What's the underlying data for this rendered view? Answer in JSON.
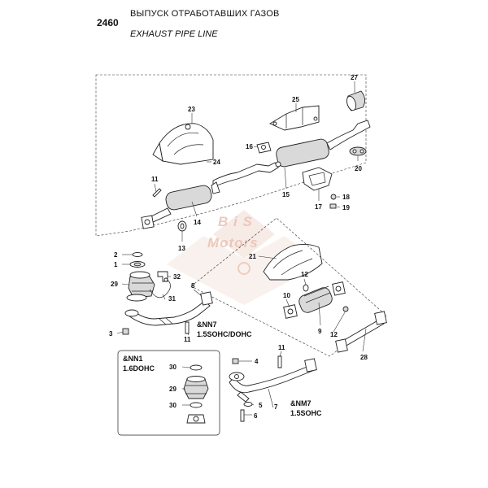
{
  "header": {
    "group_number": "2460",
    "title_ru": "ВЫПУСК ОТРАБОТАВШИХ ГАЗОВ",
    "title_en": "EXHAUST PIPE LINE"
  },
  "watermark": {
    "line1": "B i S",
    "line2": "Motors"
  },
  "colors": {
    "line": "#222222",
    "part_fill": "#d9d9d9",
    "watermark": "#e8bfae"
  },
  "callouts": {
    "c27": "27",
    "c25": "25",
    "c23": "23",
    "c16": "16",
    "c24": "24",
    "c20": "20",
    "c11a": "11",
    "c15": "15",
    "c18": "18",
    "c19": "19",
    "c17": "17",
    "c14": "14",
    "c13": "13",
    "c2": "2",
    "c1": "1",
    "c21": "21",
    "c32": "32",
    "c29a": "29",
    "c12a": "12",
    "c8": "8",
    "c10": "10",
    "c31": "31",
    "c3": "3",
    "c11b": "11",
    "c9": "9",
    "c12b": "12",
    "c28": "28",
    "c11c": "11",
    "c4": "4",
    "c30a": "30",
    "c29b": "29",
    "c30b": "30",
    "c5": "5",
    "c6": "6",
    "c7": "7"
  },
  "notes": {
    "nn7_code": "&NN7",
    "nn7_engine": "1.5SOHC/DOHC",
    "nn1_code": "&NN1",
    "nn1_engine": "1.6DOHC",
    "nm7_code": "&NM7",
    "nm7_engine": "1.5SOHC"
  }
}
